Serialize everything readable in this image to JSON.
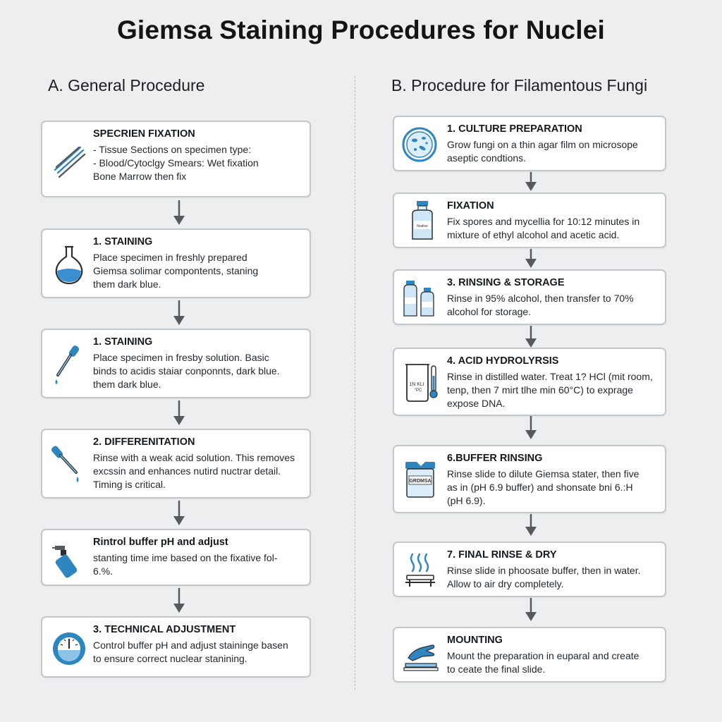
{
  "title": "Giemsa Staining Procedures for Nuclei",
  "colors": {
    "accent": "#2e86c1",
    "accent_light": "#8cc4e8",
    "arrow": "#555a5e",
    "card_border": "#c4c7ca"
  },
  "left": {
    "heading": "A. General Procedure",
    "steps": [
      {
        "icon": "slides-icon",
        "title": "SPECRIEN FIXATION",
        "lines": [
          "- Tissue Sections on specimen type:",
          "- Blood/Cytoclgy Smears: Wet fixation",
          "Bone Marrow then fix"
        ]
      },
      {
        "icon": "flask-icon",
        "title": "1. STAINING",
        "lines": [
          "Place specimen in freshly prepared",
          "Giemsa solimar compontents, staning",
          "them dark blue."
        ]
      },
      {
        "icon": "dropper-icon",
        "title": "1. STAINING",
        "lines": [
          "Place specimen in fresby solution. Basic",
          "binds to acidis staiar conponnts, dark blue.",
          "them dark blue."
        ]
      },
      {
        "icon": "pipette-icon",
        "title": "2. DIFFERENITATION",
        "lines": [
          "Rinse with a weak acid solution. This removes",
          "excssin and enhances nutird nuctrar detail.",
          "Timing is critical."
        ]
      },
      {
        "icon": "spray-bottle-icon",
        "title": "Rintrol buffer pH and adjust",
        "lines": [
          "stanting time ime based on the fixative fol-",
          "6.%."
        ]
      },
      {
        "icon": "timer-icon",
        "title": "3. TECHNICAL ADJUSTMENT",
        "lines": [
          "Control buffer pH and adjust staininge basen",
          "to ensure correct nuclear stanining."
        ]
      }
    ]
  },
  "right": {
    "heading": "B. Procedure for Filamentous Fungi",
    "steps": [
      {
        "icon": "petri-dish-icon",
        "title": "1. CULTURE PREPARATION",
        "lines": [
          "Grow fungi on a thin agar film on microsope",
          "aseptic condtions."
        ]
      },
      {
        "icon": "bottle-icon",
        "title": "FIXATION",
        "bottle_label": "fixative",
        "lines": [
          "Fix spores and mycellia for 10:12 minutes in",
          "mixture of ethyl alcohol and acetic acid."
        ]
      },
      {
        "icon": "two-bottles-icon",
        "title": "3. RINSING & STORAGE",
        "lines": [
          "Rinse in 95% alcohol, then transfer to 70%",
          "alcohol for storage."
        ]
      },
      {
        "icon": "beaker-thermometer-icon",
        "title": "4. ACID HYDROLYRSIS",
        "beaker_label_1": "1N KLI",
        "beaker_label_2": "°PC",
        "lines": [
          "Rinse in distilled water. Treat 1? HCl (mit room,",
          "tenp, then 7 mirt tlhe min 60°C) to exprage",
          "expose DNA."
        ]
      },
      {
        "icon": "stain-jar-icon",
        "title": "6.BUFFER RINSING",
        "jar_label": "GRDMSA",
        "lines": [
          "Rinse slide to dilute Giemsa stater, then five",
          "as in (pH 6.9 buffer) and shonsate bni 6.:H",
          "(pH 6.9)."
        ]
      },
      {
        "icon": "heater-icon",
        "title": "7. FINAL RINSE & DRY",
        "lines": [
          "Rinse slide in phoosate buffer, then in water.",
          "Allow to air dry completely."
        ]
      },
      {
        "icon": "hand-slide-icon",
        "title": "MOUNTING",
        "lines": [
          "Mount the preparation in euparal and create",
          "to ceate the final slide."
        ]
      }
    ]
  }
}
